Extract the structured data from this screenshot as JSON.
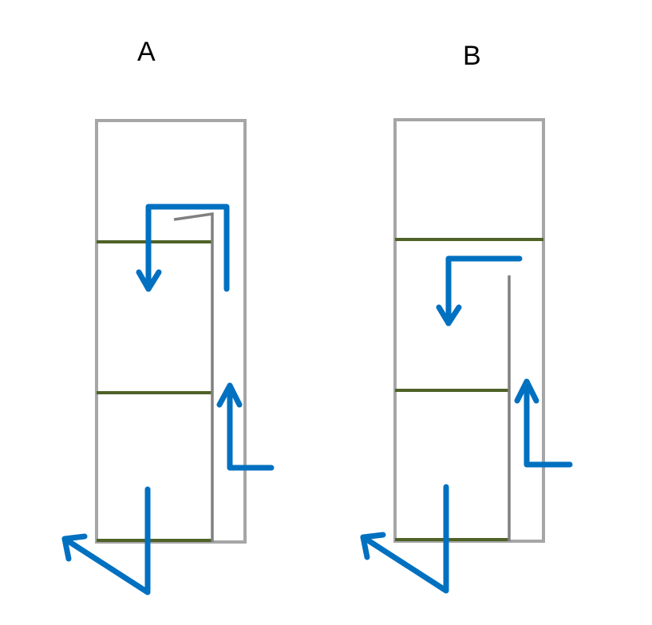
{
  "panels": [
    {
      "label": "A"
    },
    {
      "label": "B"
    }
  ],
  "colors": {
    "frame": "#a6a6a6",
    "floor": "#4f6228",
    "wall": "#808080",
    "arrow": "#0070c0",
    "background": "#ffffff"
  },
  "icons": {
    "arrow": "blue-flow-arrow"
  }
}
